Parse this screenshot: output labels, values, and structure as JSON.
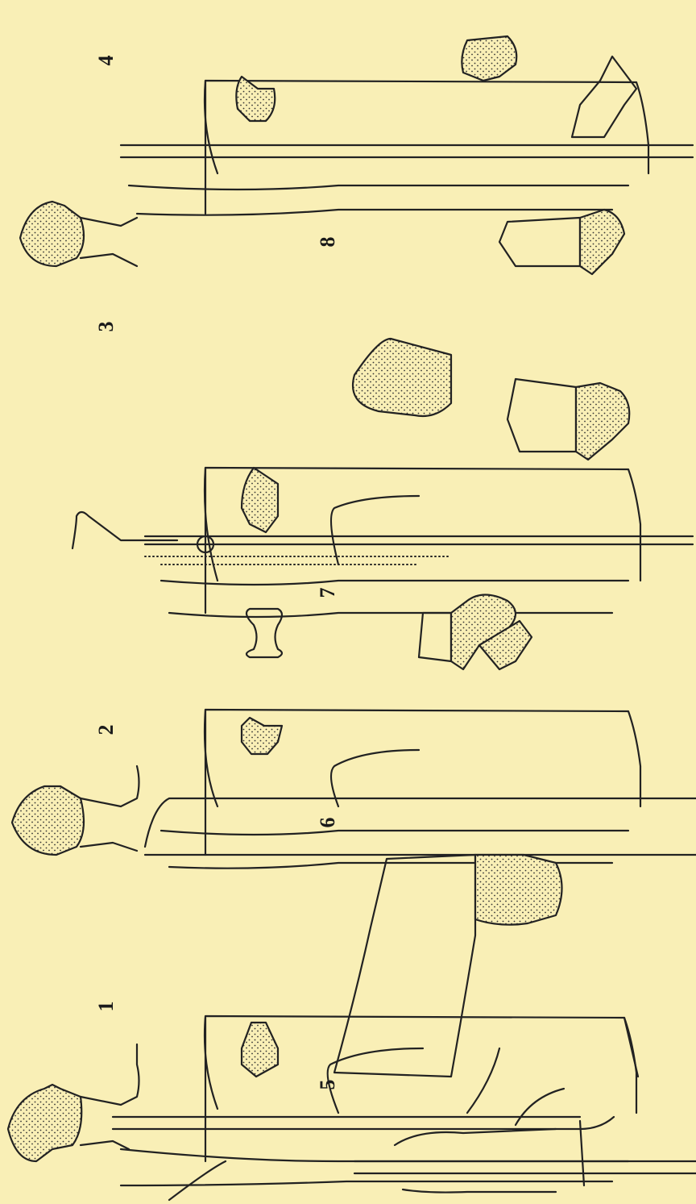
{
  "plate": {
    "figure_labels": [
      "1",
      "2",
      "3",
      "4",
      "5",
      "6",
      "7",
      "8"
    ]
  },
  "colors": {
    "paper": "#f9efb6",
    "ink": "#222222"
  }
}
